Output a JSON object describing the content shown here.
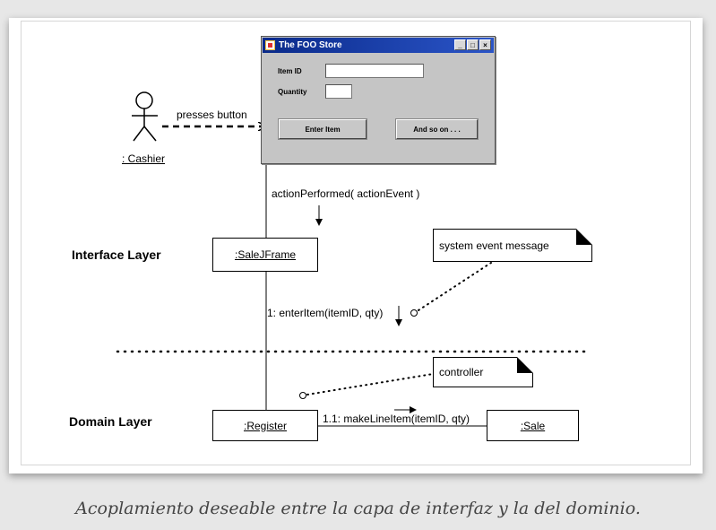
{
  "window": {
    "title": "The FOO Store",
    "item_id_label": "Item ID",
    "quantity_label": "Quantity",
    "item_id_value": "",
    "quantity_value": "",
    "enter_item_label": "Enter Item",
    "and_so_on_label": "And so on . . ."
  },
  "actor": {
    "label": ": Cashier"
  },
  "messages": {
    "presses_button": "presses button",
    "action_performed": "actionPerformed( actionEvent )",
    "enter_item": "1: enterItem(itemID, qty)",
    "make_line_item": "1.1: makeLineItem(itemID, qty)"
  },
  "layers": {
    "interface": "Interface Layer",
    "domain": "Domain Layer"
  },
  "objects": {
    "sale_jframe": ":SaleJFrame",
    "register": ":Register",
    "sale": ":Sale"
  },
  "notes": {
    "system_event": "system event message",
    "controller": "controller"
  },
  "caption": "Acoplamiento deseable entre la capa de interfaz y la del dominio."
}
